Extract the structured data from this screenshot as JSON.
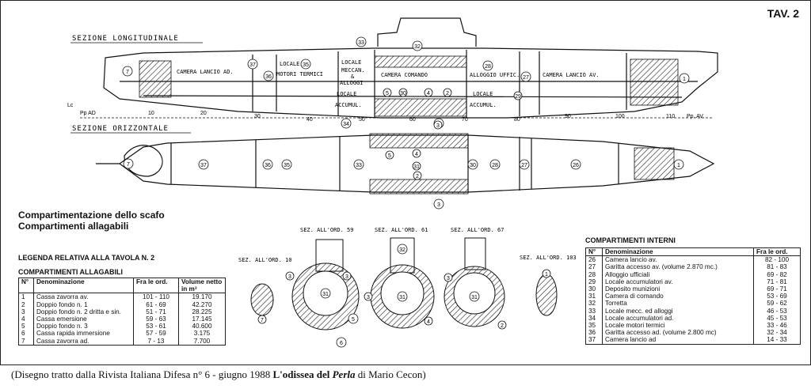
{
  "plate": "TAV. 2",
  "sections": {
    "longitudinal": "SEZIONE LONGITUDINALE",
    "horizontal": "SEZIONE ORIZZONTALE",
    "sez59": "SEZ. ALL'ORD. 59",
    "sez61": "SEZ. ALL'ORD. 61",
    "sez67": "SEZ. ALL'ORD. 67",
    "sez10": "SEZ. ALL'ORD. 10",
    "sez103": "SEZ. ALL'ORD. 103"
  },
  "rooms": {
    "camera_lancio_ad": "CAMERA LANCIO AD.",
    "locale": "LOCALE",
    "motori_termici": "MOTORI TERMICI",
    "locale2": "LOCALE",
    "meccan": "MECCAN.",
    "amp": "&",
    "alloggi": "ALLOGGI",
    "camera_comando": "CAMERA COMANDO",
    "locale3": "LOCALE",
    "accumul": "ACCUMUL.",
    "alloggio_uffic": "ALLOGGIO UFFIC.",
    "locale4": "LOCALE",
    "accumul2": "ACCUMUL.",
    "camera_lancio_av": "CAMERA LANCIO AV."
  },
  "axis": {
    "lc": "Lc",
    "ppad": "Pp AD",
    "ppav": "Pp. AV.",
    "ticks": [
      "10",
      "20",
      "30",
      "40",
      "50",
      "60",
      "70",
      "80",
      "90",
      "100",
      "110"
    ]
  },
  "marks": {
    "m7": "7",
    "m37": "37",
    "m36": "36",
    "m35": "35",
    "m33": "33",
    "m32": "32",
    "m31": "31",
    "m30": "30",
    "m5": "5",
    "m4": "4",
    "m3": "3",
    "m2": "2",
    "m28": "28",
    "m27": "27",
    "m26": "26",
    "m29": "29",
    "m34": "34",
    "m1": "1",
    "m6": "6"
  },
  "headings": {
    "line1": "Compartimentazione dello scafo",
    "line2": "Compartimenti allagabili"
  },
  "legend": {
    "title": "LEGENDA RELATIVA ALLA TAVOLA N. 2",
    "subtitle": "COMPARTIMENTI ALLAGABILI",
    "headers": [
      "N°",
      "Denominazione",
      "Fra le ord.",
      "Volume netto in m³"
    ],
    "rows": [
      [
        "1",
        "Cassa zavorra av.",
        "101 - 110",
        "19.170"
      ],
      [
        "2",
        "Doppio fondo n. 1",
        "61 - 69",
        "42.270"
      ],
      [
        "3",
        "Doppio fondo n. 2 dritta e sin.",
        "51 - 71",
        "28.225"
      ],
      [
        "4",
        "Cassa emersione",
        "59 - 63",
        "17.145"
      ],
      [
        "5",
        "Doppio fondo n. 3",
        "53 - 61",
        "40.600"
      ],
      [
        "6",
        "Cassa rapida immersione",
        "57 - 59",
        "3.175"
      ],
      [
        "7",
        "Cassa zavorra ad.",
        "7 - 13",
        "7.700"
      ]
    ]
  },
  "internal": {
    "title": "COMPARTIMENTI INTERNI",
    "headers": [
      "N°",
      "Denominazione",
      "Fra le ord."
    ],
    "rows": [
      [
        "26",
        "Camera lancio av.",
        "82 - 100"
      ],
      [
        "27",
        "Garitta accesso av. (volume 2.870 mc.)",
        "81 - 83"
      ],
      [
        "28",
        "Alloggio ufficiali",
        "69 - 82"
      ],
      [
        "29",
        "Locale accumulatori av.",
        "71 - 81"
      ],
      [
        "30",
        "Deposito munizioni",
        "69 - 71"
      ],
      [
        "31",
        "Camera di comando",
        "53 - 69"
      ],
      [
        "32",
        "Torretta",
        "59 - 62"
      ],
      [
        "33",
        "Locale mecc. ed alloggi",
        "46 - 53"
      ],
      [
        "34",
        "Locale accumulatori ad.",
        "45 - 53"
      ],
      [
        "35",
        "Locale motori termici",
        "33 - 46"
      ],
      [
        "36",
        "Garitta accesso ad. (volume 2.800 mc)",
        "32 - 34"
      ],
      [
        "37",
        "Camera lancio ad",
        "14 - 33"
      ]
    ]
  },
  "footer": {
    "prefix": "(Disegno tratto dalla Rivista Italiana Difesa n° 6 - giugno 1988 ",
    "title_a": "L'odissea del ",
    "title_b": "Perla",
    "suffix": " di Mario Cecon)"
  }
}
